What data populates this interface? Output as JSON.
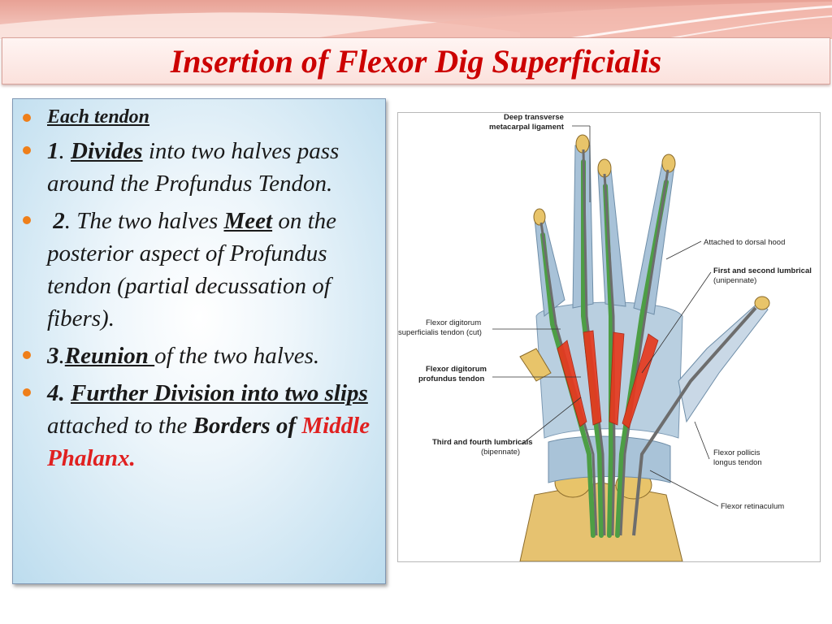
{
  "slide": {
    "title": "Insertion of Flexor Dig Superficialis"
  },
  "content": {
    "b0": "Each tendon",
    "b1_num": "1",
    "b1_period": ". ",
    "b1_key": "Divides",
    "b1_rest": " into two halves pass around the Profundus Tendon.",
    "b2_num": "2",
    "b2_mid": ". The two halves ",
    "b2_key": "Meet",
    "b2_rest": " on the posterior aspect of Profundus tendon (partial decussation of fibers).",
    "b3_num": "3",
    "b3_period": ".",
    "b3_key": "Reunion ",
    "b3_rest": "of the two halves.",
    "b4_num": "4. ",
    "b4_key": "Further Division into two slips ",
    "b4_mid": "attached to the ",
    "b4_bold": "Borders of ",
    "b4_red": "Middle Phalanx."
  },
  "figure": {
    "label_deep_1": "Deep transverse",
    "label_deep_2": "metacarpal ligament",
    "label_dorsal_hood": "Attached to dorsal hood",
    "label_lumb12_1": "First and second lumbrical",
    "label_lumb12_2": "(unipennate)",
    "label_fds_1": "Flexor digitorum",
    "label_fds_2": "superficialis tendon (cut)",
    "label_fdp_1": "Flexor digitorum",
    "label_fdp_2": "profundus tendon",
    "label_lumb34_1": "Third and fourth lumbricals",
    "label_lumb34_2": "(bipennate)",
    "label_fpl_1": "Flexor pollicis",
    "label_fpl_2": "longus tendon",
    "label_retinaculum": "Flexor retinaculum"
  },
  "colors": {
    "title": "#cc0000",
    "bullet": "#ef7f1a",
    "highlight_red": "#e02020",
    "tendon_green": "#4d9e45",
    "lumbrical_red": "#e63a1e",
    "bone": "#e8c46a"
  }
}
